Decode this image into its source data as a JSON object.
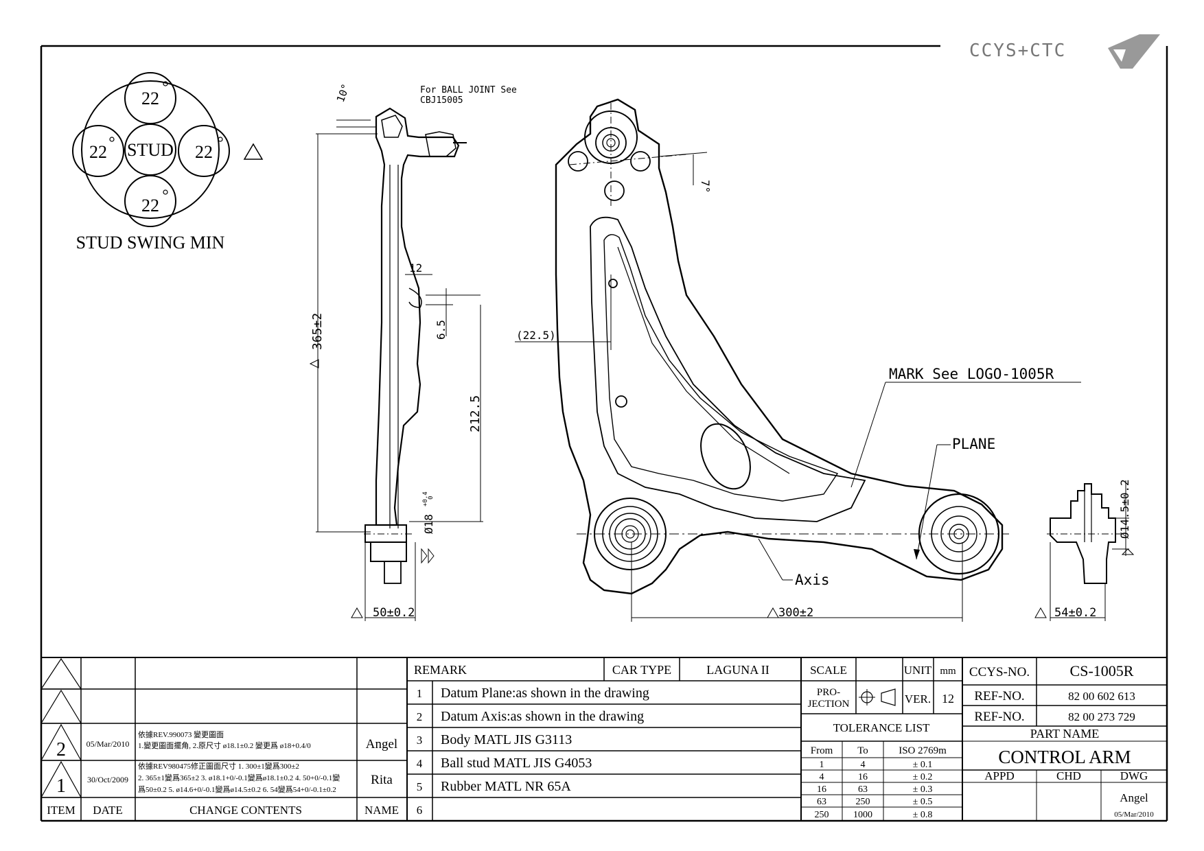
{
  "logo": {
    "text": "CCYS+CTC"
  },
  "stud_swing": {
    "title": "STUD SWING MIN",
    "center": "STUD",
    "angles": [
      "22",
      "22",
      "22",
      "22"
    ]
  },
  "annotations": {
    "ball_joint_note_1": "For BALL JOINT See",
    "ball_joint_note_2": "CBJ15005",
    "angle_10": "10°",
    "angle_7": "7°",
    "dim_365": "365±2",
    "dim_12": "12",
    "dim_6_5": "6.5",
    "dim_212_5": "212.5",
    "dim_18": "Ø18",
    "dim_18_tol_upper": "+0.4",
    "dim_18_tol_lower": "0",
    "dim_50": "50±0.2",
    "dim_22_5": "(22.5)",
    "mark_note": "MARK See LOGO-1005R",
    "plane": "PLANE",
    "axis": "Axis",
    "dim_300": "300±2",
    "dim_14_5": "Ø14.5±0.2",
    "dim_54": "54±0.2"
  },
  "revisions": {
    "rows": [
      {
        "item": "",
        "date": "",
        "contents": "",
        "name": ""
      },
      {
        "item": "",
        "date": "",
        "contents": "",
        "name": ""
      },
      {
        "item": "2",
        "date": "05/Mar/2010",
        "contents_1": "依據REV.990073 變更圖面",
        "contents_2": "1.變更圖面擺角, 2.原尺寸 ø18.1±0.2 變更爲 ø18+0.4/0",
        "name": "Angel"
      },
      {
        "item": "1",
        "date": "30/Oct/2009",
        "contents_1": "依據REV980475修正圖面尺寸 1. 300±1變爲300±2",
        "contents_2": "2. 365±1變爲365±2  3. ø18.1+0/-0.1變爲ø18.1±0.2  4. 50+0/-0.1變",
        "contents_3": "爲50±0.2  5. ø14.6+0/-0.1變爲ø14.5±0.2  6. 54變爲54+0/-0.1±0.2",
        "name": "Rita"
      }
    ],
    "headers": {
      "item": "ITEM",
      "date": "DATE",
      "contents": "CHANGE CONTENTS",
      "name": "NAME"
    }
  },
  "remarks": {
    "header": "REMARK",
    "car_type_label": "CAR TYPE",
    "car_type": "LAGUNA II",
    "items": [
      {
        "no": "1",
        "text": "Datum Plane:as shown in the drawing"
      },
      {
        "no": "2",
        "text": "Datum Axis:as shown in the drawing"
      },
      {
        "no": "3",
        "text": "Body MATL JIS G3113"
      },
      {
        "no": "4",
        "text": "Ball stud MATL JIS G4053"
      },
      {
        "no": "5",
        "text": "Rubber MATL NR 65A"
      },
      {
        "no": "6",
        "text": ""
      }
    ]
  },
  "title_block": {
    "scale_label": "SCALE",
    "unit_label": "UNIT",
    "unit": "mm",
    "projection_label_1": "PRO-",
    "projection_label_2": "JECTION",
    "ver_label": "VER.",
    "ver": "12",
    "tolerance_title": "TOLERANCE LIST",
    "tol_headers": {
      "from": "From",
      "to": "To",
      "iso": "ISO 2769m"
    },
    "tolerances": [
      {
        "from": "1",
        "to": "4",
        "tol": "± 0.1"
      },
      {
        "from": "4",
        "to": "16",
        "tol": "± 0.2"
      },
      {
        "from": "16",
        "to": "63",
        "tol": "± 0.3"
      },
      {
        "from": "63",
        "to": "250",
        "tol": "± 0.5"
      },
      {
        "from": "250",
        "to": "1000",
        "tol": "± 0.8"
      }
    ],
    "ccys_no_label": "CCYS-NO.",
    "ccys_no": "CS-1005R",
    "ref_no_label": "REF-NO.",
    "ref_no_1": "82  00  602  613",
    "ref_no_2": "82  00  273  729",
    "part_name_label": "PART NAME",
    "part_name": "CONTROL ARM",
    "appd": "APPD",
    "chd": "CHD",
    "dwg": "DWG",
    "dwg_name": "Angel",
    "dwg_date": "05/Mar/2010"
  }
}
